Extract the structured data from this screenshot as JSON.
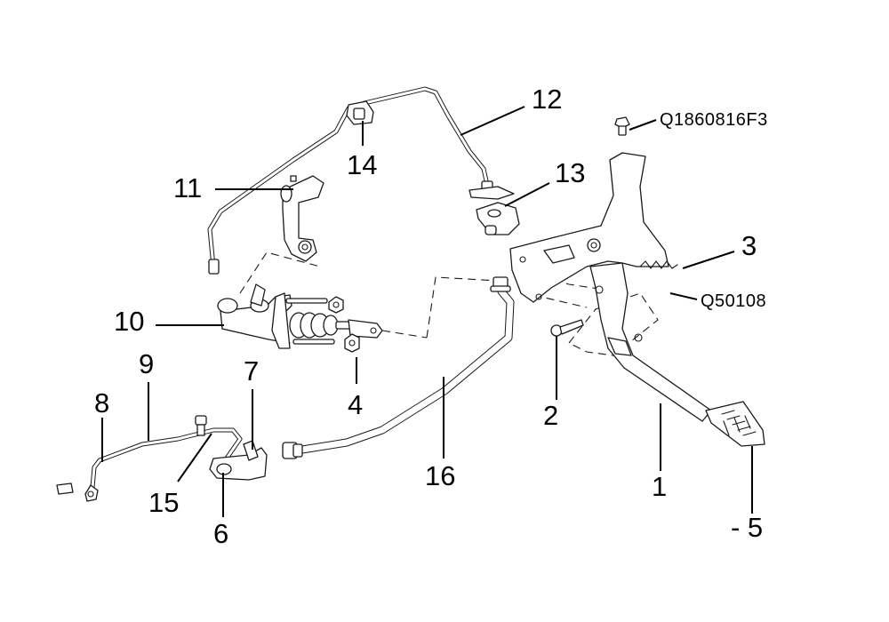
{
  "diagram": {
    "title": "Clutch pedal and master cylinder assembly (exploded view)",
    "callouts": [
      {
        "id": "1",
        "label": "1",
        "part": "clutch-pedal-arm"
      },
      {
        "id": "2",
        "label": "2",
        "part": "pedal-pivot-pin"
      },
      {
        "id": "3",
        "label": "3",
        "part": "return-spring"
      },
      {
        "id": "4",
        "label": "4",
        "part": "nut"
      },
      {
        "id": "5",
        "label": "- 5",
        "part": "pedal-pad"
      },
      {
        "id": "6",
        "label": "6",
        "part": "bracket-bolt"
      },
      {
        "id": "7",
        "label": "7",
        "part": "hose-bracket"
      },
      {
        "id": "8",
        "label": "8",
        "part": "pipe-bracket"
      },
      {
        "id": "9",
        "label": "9",
        "part": "clutch-pipe-lower"
      },
      {
        "id": "10",
        "label": "10",
        "part": "clutch-master-cylinder"
      },
      {
        "id": "11",
        "label": "11",
        "part": "reservoir-hose"
      },
      {
        "id": "12",
        "label": "12",
        "part": "clutch-pipe-upper"
      },
      {
        "id": "13",
        "label": "13",
        "part": "pipe-clip"
      },
      {
        "id": "14",
        "label": "14",
        "part": "pipe-clamp"
      },
      {
        "id": "15",
        "label": "15",
        "part": "pipe-clamp-bolt"
      },
      {
        "id": "16",
        "label": "16",
        "part": "clutch-hose"
      }
    ],
    "codes": [
      {
        "id": "bolt-code",
        "label": "Q1860816F3"
      },
      {
        "id": "grease-code",
        "label": "Q50108"
      }
    ]
  }
}
